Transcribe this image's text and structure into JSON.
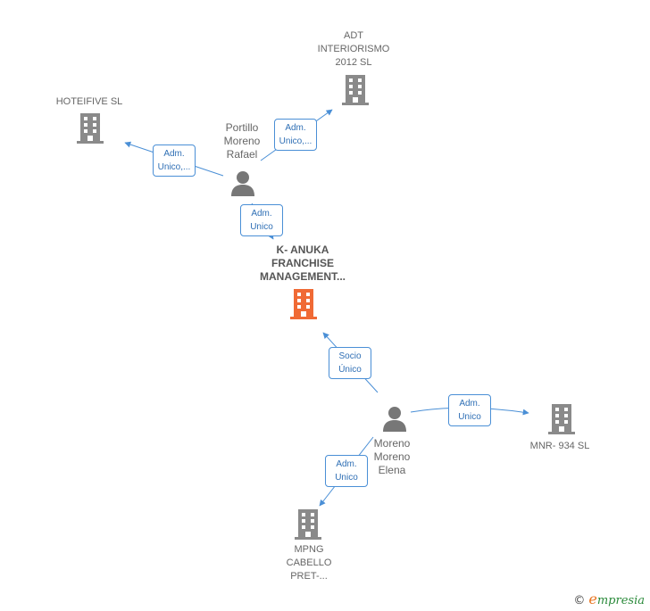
{
  "nodes": {
    "adt": {
      "label": "ADT\nINTERIORISMO\n2012 SL",
      "kind": "company"
    },
    "hoteifive": {
      "label": "HOTEIFIVE  SL",
      "kind": "company"
    },
    "portillo": {
      "label": "Portillo\nMoreno\nRafael",
      "kind": "person"
    },
    "kanuka": {
      "label": "K- ANUKA\nFRANCHISE\nMANAGEMENT...",
      "kind": "company-main"
    },
    "moreno": {
      "label": "Moreno\nMoreno\nElena",
      "kind": "person"
    },
    "mnr": {
      "label": "MNR- 934  SL",
      "kind": "company"
    },
    "mpng": {
      "label": "MPNG\nCABELLO\nPRET-...",
      "kind": "company"
    }
  },
  "edges": {
    "portillo_adt": "Adm.\nUnico,...",
    "portillo_hoteifive": "Adm.\nUnico,...",
    "portillo_kanuka": "Adm.\nUnico",
    "moreno_kanuka": "Socio\nÚnico",
    "moreno_mnr": "Adm.\nUnico",
    "moreno_mpng": "Adm.\nUnico"
  },
  "colors": {
    "edge": "#4a8fd6",
    "company": "#8a8a8a",
    "company_main": "#f06a35",
    "person": "#777777"
  },
  "footer": {
    "copyright": "©",
    "brand_initial": "e",
    "brand_rest": "mpresia"
  }
}
